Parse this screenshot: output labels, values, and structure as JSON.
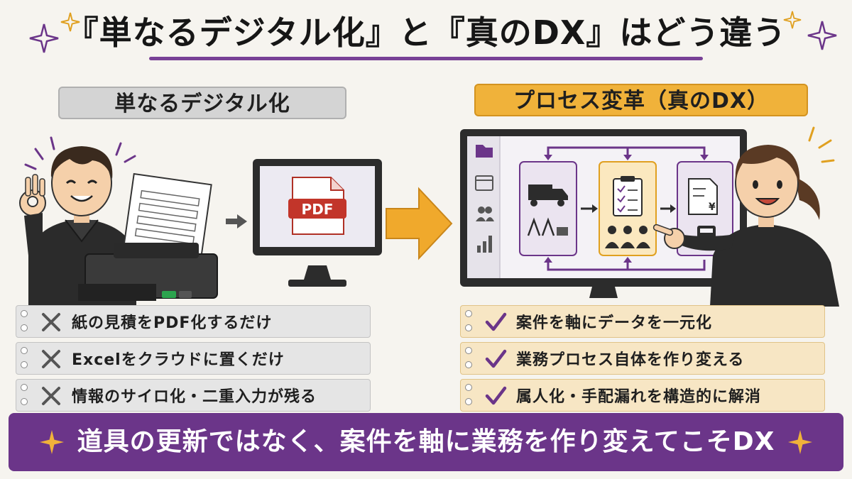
{
  "title": "『単なるデジタル化』と『真のDX』はどう違う",
  "left": {
    "label": "単なるデジタル化",
    "pdf_label": "PDF",
    "items": [
      {
        "mark": "x-icon",
        "text": "紙の見積をPDF化するだけ"
      },
      {
        "mark": "x-icon",
        "text": "Excelをクラウドに置くだけ"
      },
      {
        "mark": "x-icon",
        "text": "情報のサイロ化・二重入力が残る"
      }
    ]
  },
  "right": {
    "label": "プロセス変革（真のDX）",
    "screen_icons": [
      "folder-icon",
      "calendar-icon",
      "users-icon",
      "chart-icon"
    ],
    "flow_icons": [
      "truck-icon",
      "clipboard-icon",
      "invoice-yen-icon"
    ],
    "items": [
      {
        "mark": "check-icon",
        "text": "案件を軸にデータを一元化"
      },
      {
        "mark": "check-icon",
        "text": "業務プロセス自体を作り変える"
      },
      {
        "mark": "check-icon",
        "text": "属人化・手配漏れを構造的に解消"
      }
    ]
  },
  "footer": "道具の更新ではなく、案件を軸に業務を作り変えてこそDX",
  "colors": {
    "purple": "#6b3589",
    "orange": "#f0b23a",
    "gray": "#d4d4d4",
    "check": "#6b3589",
    "cross": "#555555"
  }
}
